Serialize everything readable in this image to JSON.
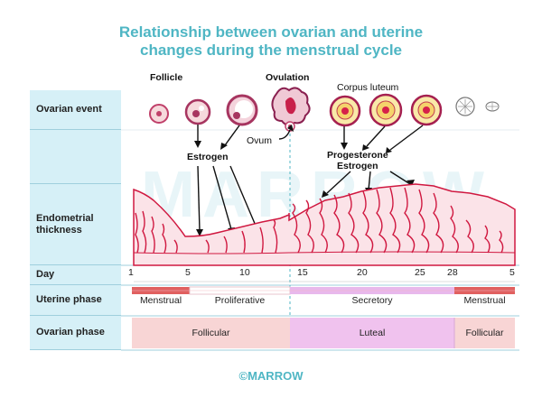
{
  "title": {
    "line1": "Relationship between ovarian and uterine",
    "line2": "changes during the menstrual cycle"
  },
  "rows": {
    "ovarian_event": "Ovarian event",
    "endometrial_thickness": "Endometrial thickness",
    "day": "Day",
    "uterine_phase": "Uterine phase",
    "ovarian_phase": "Ovarian phase"
  },
  "labels": {
    "follicle": "Follicle",
    "ovulation": "Ovulation",
    "corpus_luteum": "Corpus luteum",
    "ovum": "Ovum",
    "estrogen_left": "Estrogen",
    "progesterone": "Progesterone",
    "estrogen_right": "Estrogen"
  },
  "days": [
    "1",
    "5",
    "10",
    "15",
    "20",
    "25",
    "28",
    "5"
  ],
  "uterine_phases": [
    "Menstrual",
    "Proliferative",
    "Secretory",
    "Menstrual"
  ],
  "ovarian_phases": [
    "Follicular",
    "Luteal",
    "Follicular"
  ],
  "watermark": "MARROW",
  "footer": "©MARROW",
  "colors": {
    "title": "#4fb6c4",
    "menstrual": "#e06060",
    "secretory_bar": "#e8b8ec",
    "follicular_band": "#f8d5d5",
    "luteal_band": "#f0c2ee",
    "tissue_stroke": "#d01840",
    "tissue_fill": "#fbe3e8"
  }
}
